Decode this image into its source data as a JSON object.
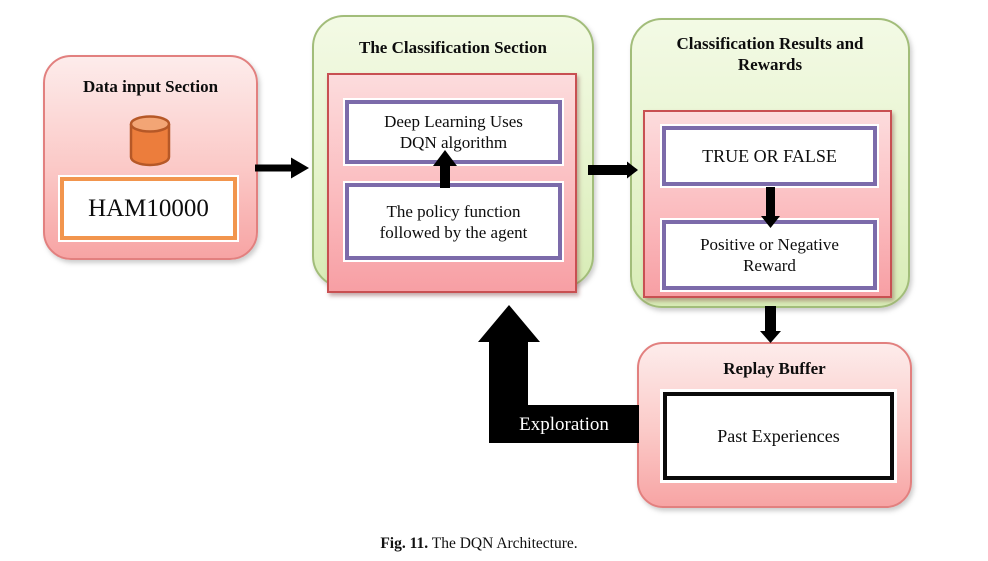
{
  "figure": {
    "caption_label": "Fig. 11.",
    "caption_text": "The DQN Architecture."
  },
  "diagram": {
    "data_input": {
      "title": "Data input Section",
      "dataset_label": "HAM10000",
      "icon": "database-cylinder-icon"
    },
    "classification": {
      "title": "The Classification Section",
      "dqn_box": "Deep Learning Uses DQN algorithm",
      "policy_box": "The policy function followed by the agent"
    },
    "results": {
      "title": "Classification Results and Rewards",
      "outcome_box": "TRUE OR FALSE",
      "reward_box": "Positive or Negative Reward"
    },
    "replay": {
      "title": "Replay Buffer",
      "memory_box": "Past Experiences"
    },
    "exploration_arrow_label": "Exploration"
  },
  "colors": {
    "section_green_top": "#f3fae5",
    "section_green_bottom": "#d8ecb6",
    "section_green_border": "#a2bd7a",
    "panel_pink_top": "#fcdcdd",
    "panel_pink_bottom": "#f79fa4",
    "panel_pink_border": "#c85052",
    "section_pink_top": "#fdeceb",
    "section_pink_bottom": "#f7a4a4",
    "section_pink_border": "#e2807f",
    "inner_purple_border": "#7c6baa",
    "ham_orange_border": "#f2954d",
    "database_fill": "#ec7d3c",
    "database_stroke": "#b65827",
    "arrow_black": "#000000"
  }
}
